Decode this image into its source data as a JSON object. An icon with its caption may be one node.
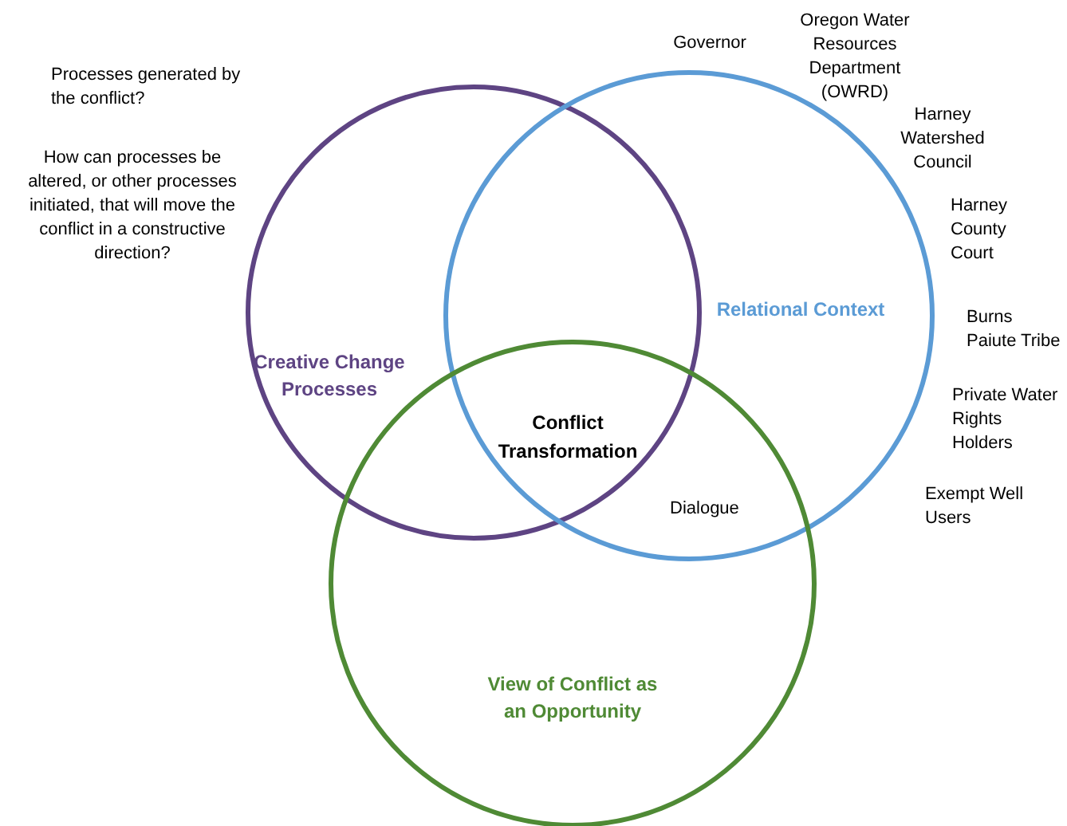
{
  "diagram": {
    "nodes": [
      {
        "text": [
          "Creative Change Processes"
        ]
      },
      {
        "text": [
          "Relational Context"
        ]
      },
      {
        "text": [
          "View of Conflict as an Opportunity"
        ]
      }
    ],
    "labels": [
      "Processes generated by the conflict?",
      "How can processes be altered, or other processes initiated, that will move the conflict in a constructive direction?",
      "Governor",
      "Oregon Water Resources Department (OWRD)",
      "Harney Watershed Council",
      "Harney County Court",
      "Burns Paiute Tribe",
      "Private Water Rights Holders",
      "Exempt Well Users",
      "Conflict Transformation",
      "Dialogue"
    ]
  }
}
